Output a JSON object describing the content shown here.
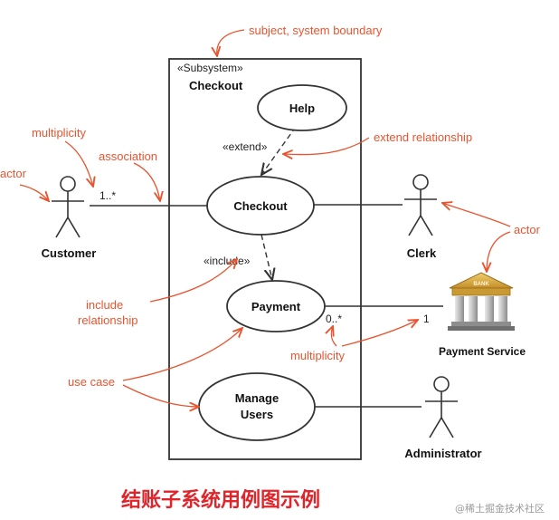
{
  "subsystem": {
    "stereotype": "«Subsystem»",
    "name": "Checkout"
  },
  "use_cases": {
    "help": "Help",
    "checkout": "Checkout",
    "payment": "Payment",
    "manage_line1": "Manage",
    "manage_line2": "Users"
  },
  "actors": {
    "customer": "Customer",
    "clerk": "Clerk",
    "payment_service": "Payment Service",
    "administrator": "Administrator"
  },
  "labels": {
    "extend": "«extend»",
    "include": "«include»",
    "mult_customer": "1..*",
    "mult_payment": "0..*",
    "mult_service": "1",
    "bank_sign": "BANK"
  },
  "annotations": {
    "subject": "subject, system boundary",
    "multiplicity_top": "multiplicity",
    "association": "association",
    "actor_left": "actor",
    "extend_rel": "extend relationship",
    "actor_right": "actor",
    "include_line1": "include",
    "include_line2": "relationship",
    "use_case": "use case",
    "multiplicity_bottom": "multiplicity"
  },
  "caption": "结账子系统用例图示例",
  "watermark": "@稀土掘金技术社区",
  "colors": {
    "annotation": "#e8542f",
    "caption": "#e0242a",
    "line": "#333333",
    "bank": "#d8a63a"
  }
}
